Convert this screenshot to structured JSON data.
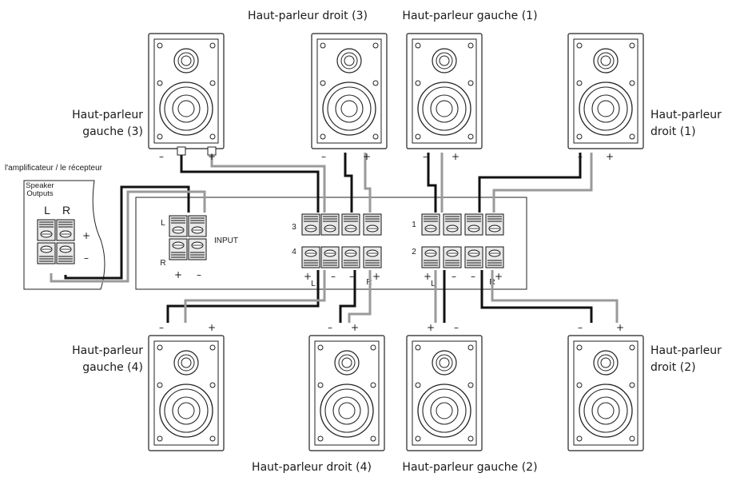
{
  "amplifier": {
    "title": "l'amplificateur / le récepteur",
    "speaker_outputs_line1": "Speaker",
    "speaker_outputs_line2": "Outputs",
    "left": "L",
    "right": "R",
    "plus": "+",
    "minus": "–"
  },
  "switcher": {
    "input_label": "INPUT",
    "input_l": "L",
    "input_r": "R",
    "zone_3": "3",
    "zone_4": "4",
    "zone_1": "1",
    "zone_2": "2",
    "l_mark": "L",
    "r_mark": "R",
    "plus": "+",
    "minus": "–"
  },
  "speakers": {
    "left_3": {
      "line1": "Haut-parleur",
      "line2": "gauche (3)"
    },
    "right_3": {
      "label": "Haut-parleur droit (3)"
    },
    "left_1": {
      "label": "Haut-parleur gauche (1)"
    },
    "right_1": {
      "line1": "Haut-parleur",
      "line2": "droit (1)"
    },
    "left_4": {
      "line1": "Haut-parleur",
      "line2": "gauche (4)"
    },
    "right_4": {
      "label": "Haut-parleur droit (4)"
    },
    "left_2": {
      "label": "Haut-parleur gauche (2)"
    },
    "right_2": {
      "line1": "Haut-parleur",
      "line2": "droit (2)"
    },
    "plus": "+",
    "minus": "–"
  }
}
